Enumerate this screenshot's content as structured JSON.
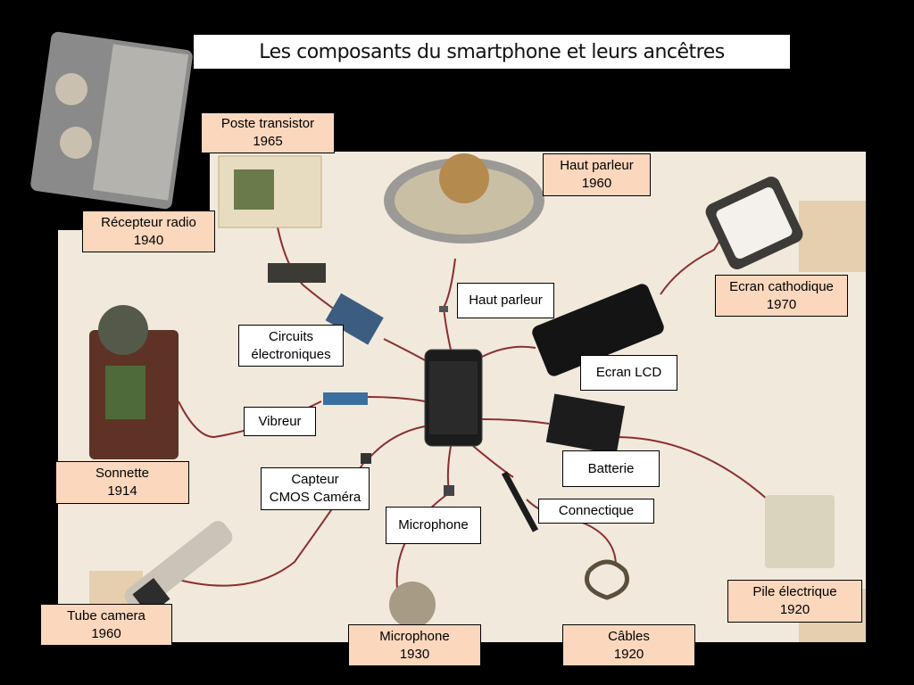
{
  "title": "Les composants du smartphone et leurs ancêtres",
  "colors": {
    "ancestor_box": "#fbd7bd",
    "modern_box": "#ffffff",
    "wire": "#8b2e2e",
    "background": "#000000"
  },
  "ancestors": [
    {
      "id": "poste-transistor",
      "name": "Poste transistor",
      "year": "1965"
    },
    {
      "id": "recepteur-radio",
      "name": "Récepteur radio",
      "year": "1940"
    },
    {
      "id": "haut-parleur",
      "name": "Haut parleur",
      "year": "1960"
    },
    {
      "id": "ecran-cathodique",
      "name": "Ecran cathodique",
      "year": "1970"
    },
    {
      "id": "sonnette",
      "name": "Sonnette",
      "year": "1914"
    },
    {
      "id": "pile-electrique",
      "name": "Pile électrique",
      "year": "1920"
    },
    {
      "id": "tube-camera",
      "name": "Tube camera",
      "year": "1960"
    },
    {
      "id": "microphone",
      "name": "Microphone",
      "year": "1930"
    },
    {
      "id": "cables",
      "name": "Câbles",
      "year": "1920"
    }
  ],
  "components": [
    {
      "id": "haut-parleur",
      "lines": [
        "Haut parleur"
      ]
    },
    {
      "id": "circuits",
      "lines": [
        "Circuits",
        "électroniques"
      ]
    },
    {
      "id": "ecran-lcd",
      "lines": [
        "Ecran LCD"
      ]
    },
    {
      "id": "vibreur",
      "lines": [
        "Vibreur"
      ]
    },
    {
      "id": "capteur",
      "lines": [
        "Capteur",
        "CMOS Caméra"
      ]
    },
    {
      "id": "batterie",
      "lines": [
        "Batterie"
      ]
    },
    {
      "id": "connectique",
      "lines": [
        "Connectique"
      ]
    },
    {
      "id": "microphone",
      "lines": [
        "Microphone"
      ]
    }
  ]
}
